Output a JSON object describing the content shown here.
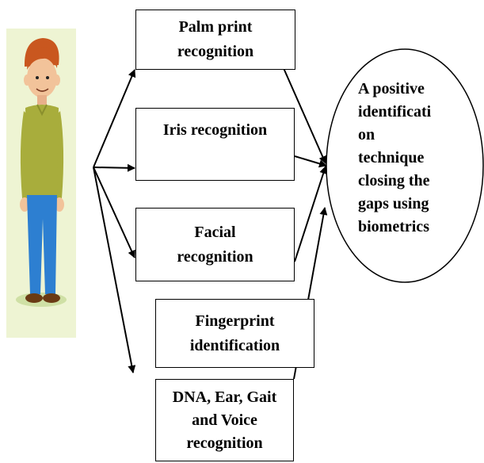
{
  "person": {
    "icon": "person-figure-icon"
  },
  "nodes": {
    "palm": "Palm print\nrecognition",
    "iris": "Iris recognition",
    "facial": "Facial\nrecognition",
    "fingerprint": "Fingerprint\nidentification",
    "dna": "DNA, Ear, Gait\nand Voice\nrecognition"
  },
  "goal": "A positive\nidentificati\non\ntechnique\nclosing the\ngaps using\nbiometrics",
  "colors": {
    "figure_panel": "#eef4d3",
    "shirt": "#a8ad3c",
    "pants": "#2d7fd1",
    "hair": "#c9571f",
    "skin": "#f2c39a",
    "shoes": "#6a3a14",
    "line": "#000000"
  }
}
